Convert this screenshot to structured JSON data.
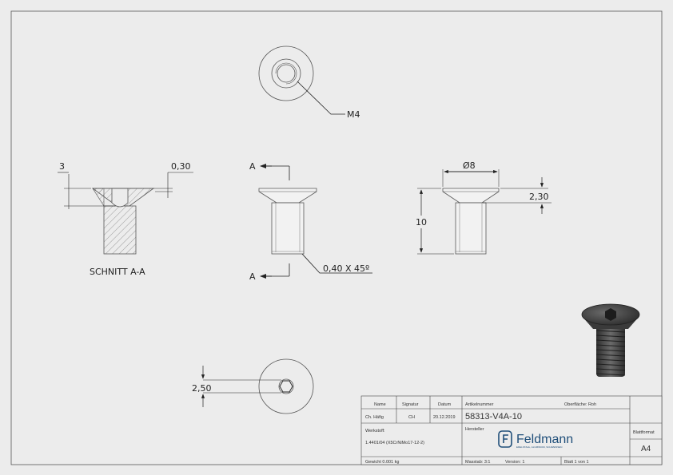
{
  "dimensions": {
    "thread": "M4",
    "section_chamfer_depth": "3",
    "section_edge": "0,30",
    "section_marker": "A",
    "chamfer": "0,40 X 45º",
    "head_diameter": "Ø8",
    "head_height": "2,30",
    "length": "10",
    "hex_width": "2,50"
  },
  "section_title": "SCHNITT A-A",
  "title_block": {
    "name_h": "Name",
    "sig_h": "Signatur",
    "date_h": "Datum",
    "name_v": "Ch. Häfig",
    "sig_v": "CH",
    "date_v": "20.12.2019",
    "article_h": "Artikelnummer",
    "article_v": "58313-V4A-10",
    "surface": "Oberfläche: Roh",
    "material_h": "Werkstoff:",
    "material_v": "1.4401/04 (X5CrNiMo17-12-2)",
    "maker_h": "Hersteller",
    "brand": "Feldmann",
    "brand_tag": "EDELSTAHL, ALUMINIUM, SCHWEISSEN",
    "format_h": "Blattformat",
    "format_v": "A4",
    "weight": "Gewicht 0.001 kg",
    "scale": "Masstab: 3:1",
    "version": "Version: 1",
    "sheet": "Blatt 1 von 1"
  },
  "colors": {
    "background": "#ececec",
    "line": "#222222",
    "part": "#555555",
    "brand": "#1f4e79"
  }
}
